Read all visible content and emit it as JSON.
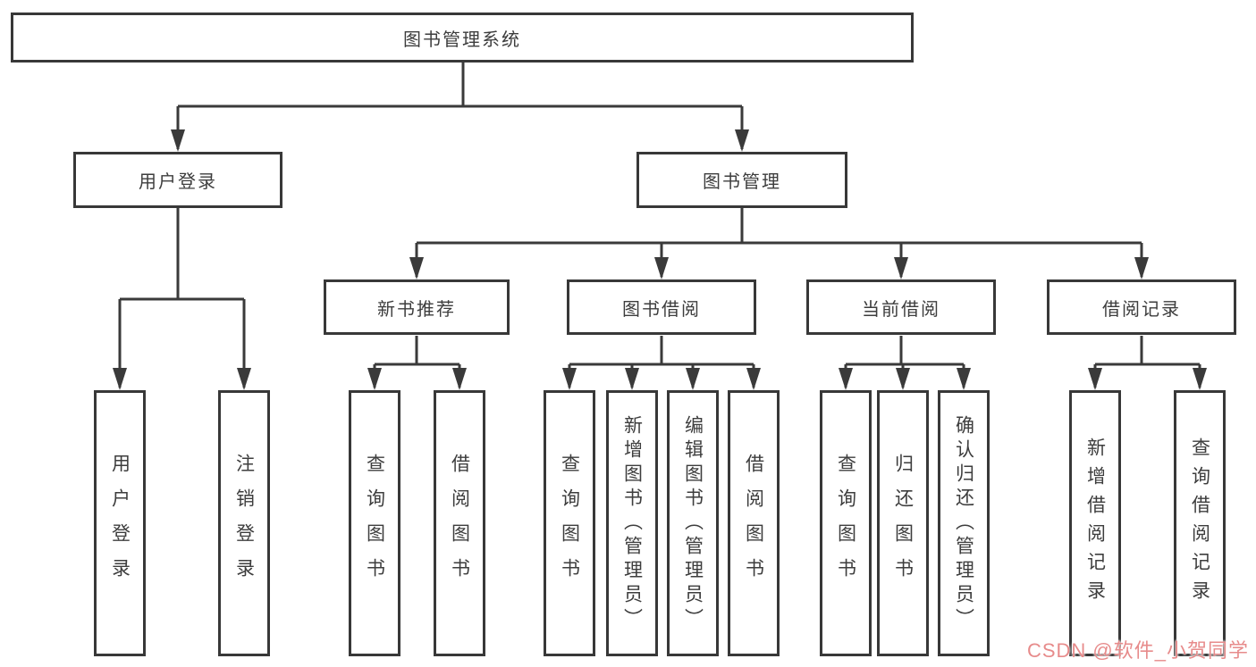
{
  "diagram": {
    "root": {
      "label": "图书管理系统"
    },
    "branches": [
      {
        "label": "用户登录",
        "children": [
          {
            "label": "用户登录"
          },
          {
            "label": "注销登录"
          }
        ]
      },
      {
        "label": "图书管理",
        "children": [
          {
            "label": "新书推荐",
            "children": [
              {
                "label": "查询图书"
              },
              {
                "label": "借阅图书"
              }
            ]
          },
          {
            "label": "图书借阅",
            "children": [
              {
                "label": "查询图书"
              },
              {
                "label": "新增图书（管理员）"
              },
              {
                "label": "编辑图书（管理员）"
              },
              {
                "label": "借阅图书"
              }
            ]
          },
          {
            "label": "当前借阅",
            "children": [
              {
                "label": "查询图书"
              },
              {
                "label": "归还图书"
              },
              {
                "label": "确认归还（管理员）"
              }
            ]
          },
          {
            "label": "借阅记录",
            "children": [
              {
                "label": "新增借阅记录"
              },
              {
                "label": "查询借阅记录"
              }
            ]
          }
        ]
      }
    ]
  },
  "watermark": {
    "text": "CSDN @软件_小贺同学",
    "color": "#e78b8b"
  },
  "colors": {
    "line": "#3a3a3a",
    "box_border": "#383838",
    "text": "#3d3d3d",
    "background": "#ffffff"
  }
}
